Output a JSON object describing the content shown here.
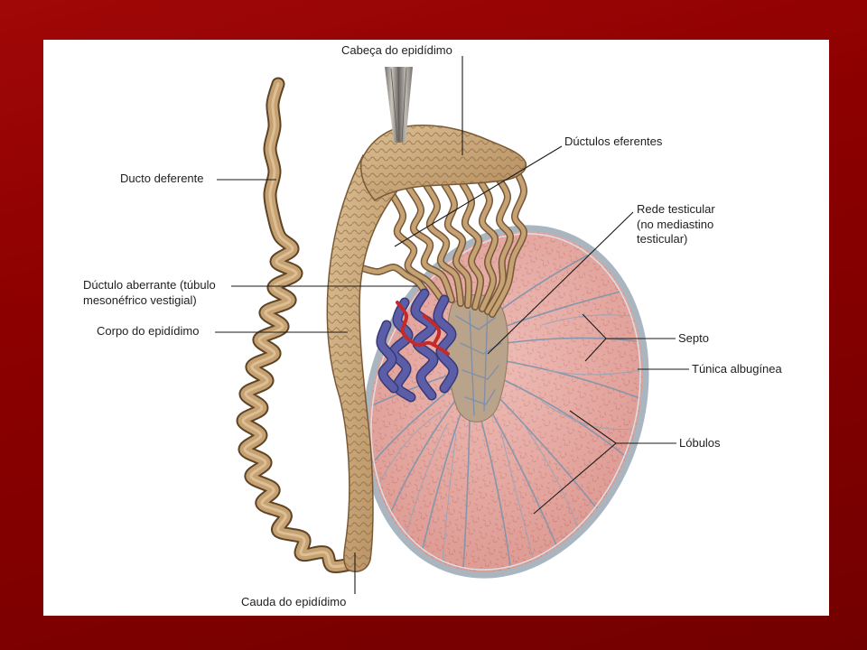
{
  "slide": {
    "background_color": "#8c0000",
    "panel_color": "#ffffff"
  },
  "diagram": {
    "labels": {
      "cabeca_do_epididimo": "Cabeça do epidídimo",
      "ductulos_eferentes": "Dúctulos eferentes",
      "ducto_deferente": "Ducto deferente",
      "rede_testicular": [
        "Rede testicular",
        "(no mediastino",
        "testicular)"
      ],
      "ductulo_aberrante": [
        "Dúctulo aberrante (túbulo",
        "mesonéfrico vestigial)"
      ],
      "corpo_do_epididimo": "Corpo do epidídimo",
      "septo": "Septo",
      "tunica_albuginea": "Túnica albugínea",
      "lobulos": "Lóbulos",
      "cauda_do_epididimo": "Cauda do epidídimo"
    },
    "colors": {
      "testis": "#e9aca4",
      "tunica": "#a9b5bf",
      "epididymis": "#c6a172",
      "veins": "#5b5da8",
      "arteries": "#c42a2c",
      "leader_lines": "#1a1a1a",
      "label_text": "#1e1e1e"
    }
  }
}
